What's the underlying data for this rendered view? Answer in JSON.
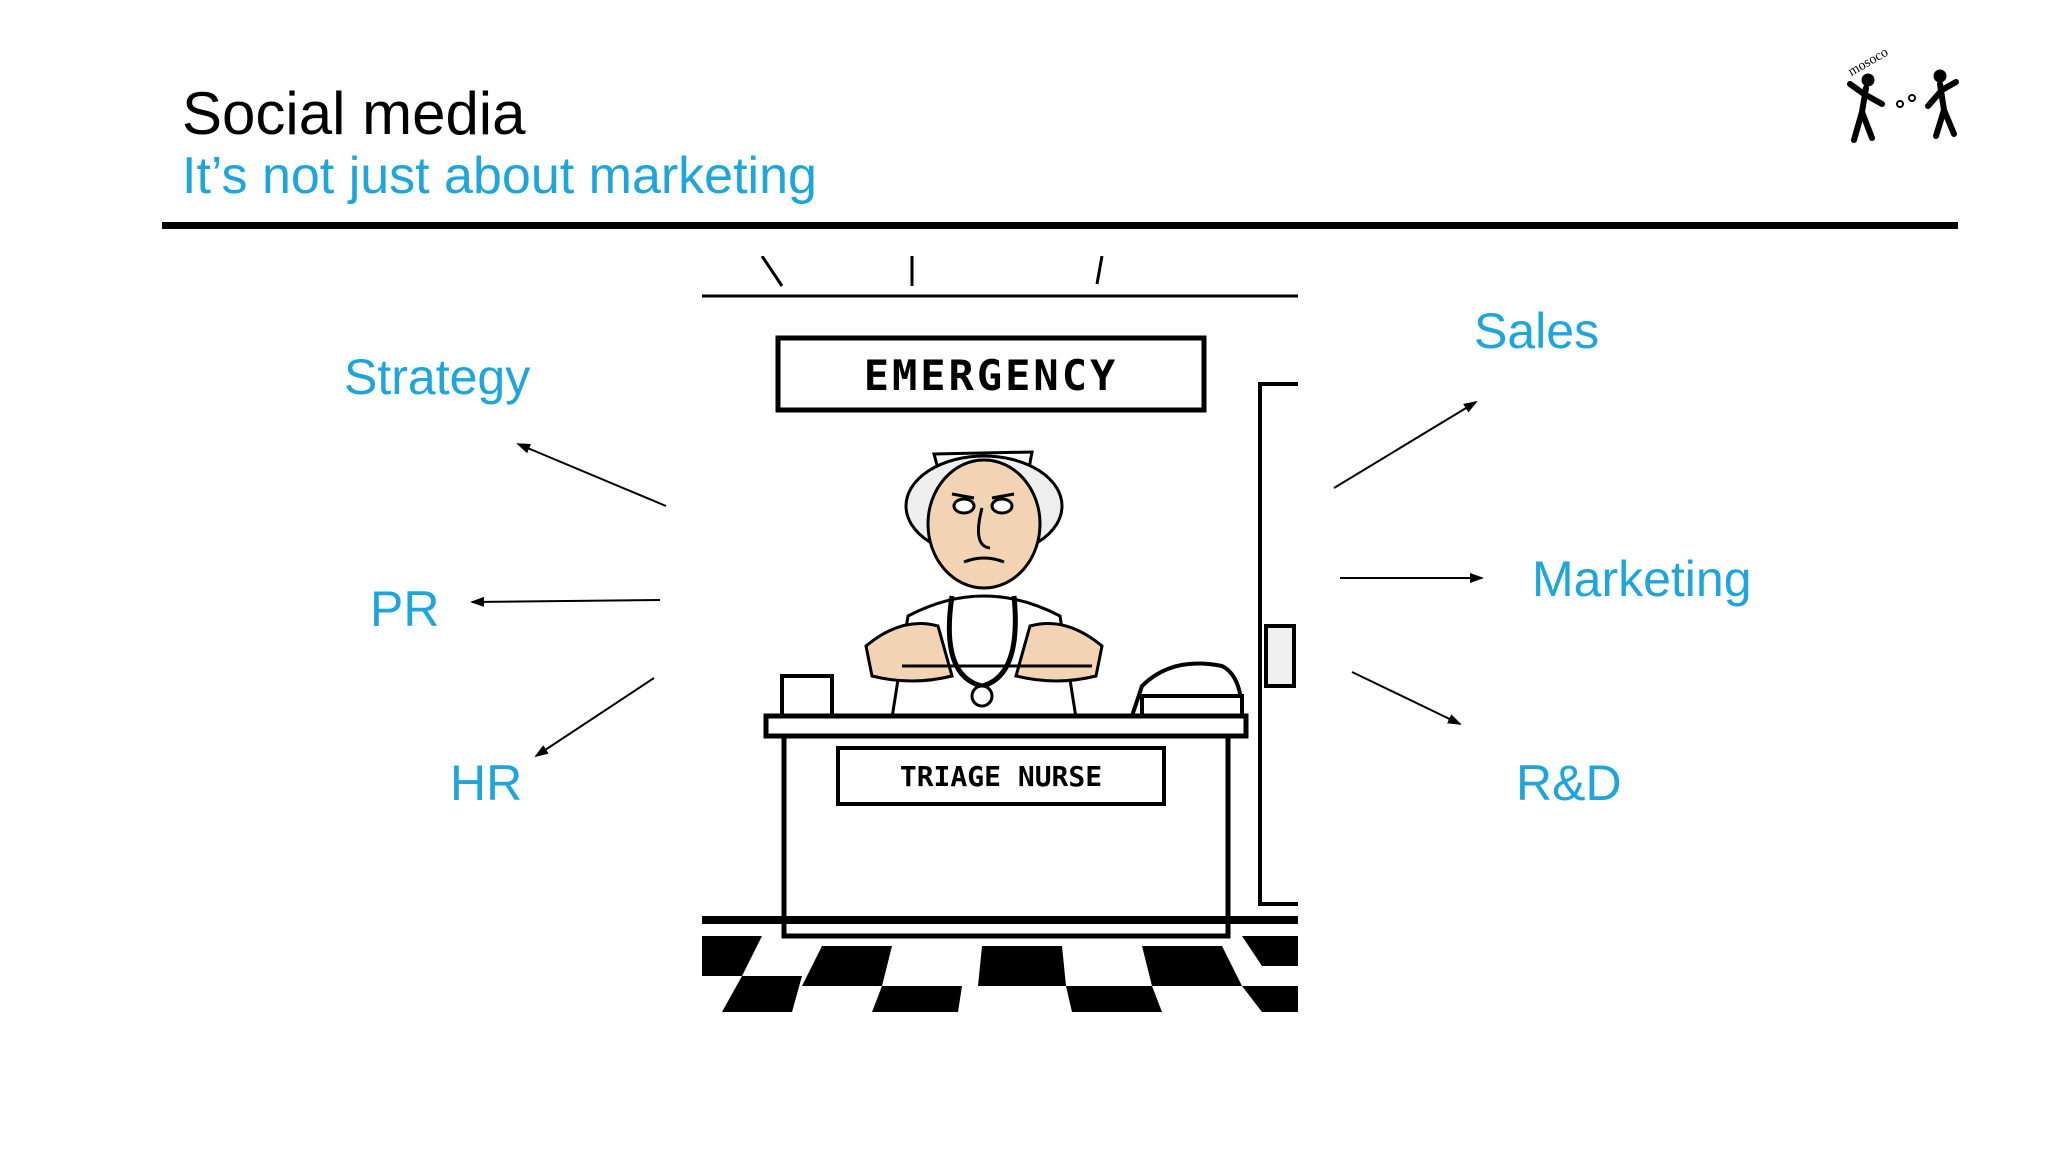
{
  "colors": {
    "accent": "#1ea5dc",
    "text": "#000000",
    "rule": "#000000"
  },
  "slide": {
    "title": "Social media",
    "subtitle": "It’s not just about marketing"
  },
  "logo": {
    "text": "mosoco",
    "icon": "two-figures-juggling-icon"
  },
  "cartoon": {
    "sign": "EMERGENCY",
    "desk_label": "TRIAGE NURSE"
  },
  "labels": {
    "strategy": "Strategy",
    "pr": "PR",
    "hr": "HR",
    "sales": "Sales",
    "marketing": "Marketing",
    "rnd": "R&D"
  }
}
